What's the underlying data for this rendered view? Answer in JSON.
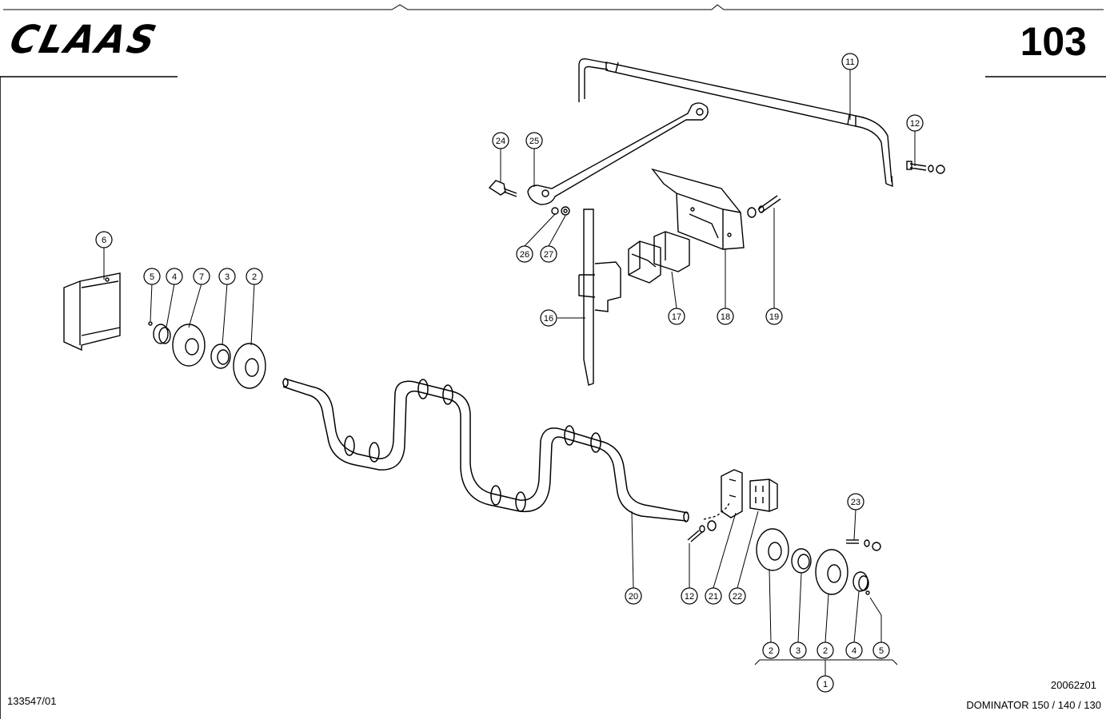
{
  "brand": "CLAAS",
  "page_number": "103",
  "drawing_number": "20062z01",
  "document_number": "133547/01",
  "model": "DOMINATOR 150 / 140 / 130",
  "callouts": [
    "1",
    "2",
    "2",
    "2",
    "3",
    "3",
    "4",
    "4",
    "5",
    "5",
    "6",
    "7",
    "11",
    "12",
    "12",
    "16",
    "17",
    "18",
    "19",
    "20",
    "21",
    "22",
    "23",
    "24",
    "25",
    "26",
    "27"
  ]
}
